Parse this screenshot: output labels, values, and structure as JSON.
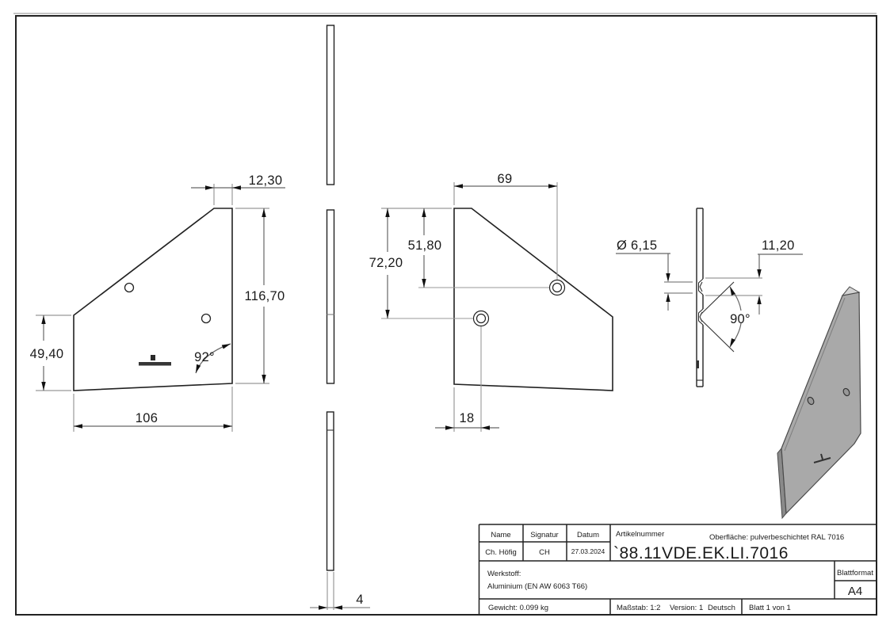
{
  "dims": {
    "v1_top_width": "12,30",
    "v1_height": "116,70",
    "v1_left_height": "49,40",
    "v1_bottom_width": "106",
    "v1_angle": "92°",
    "v2_top_width": "69",
    "v2_hole1_offset": "51,80",
    "v2_hole2_offset": "72,20",
    "v2_hole_inset": "18",
    "v3_hole_dia": "Ø 6,15",
    "v3_csk_dia": "11,20",
    "v3_csk_angle": "90°",
    "v3_thickness": "4"
  },
  "title_block": {
    "col_name": "Name",
    "col_signatur": "Signatur",
    "col_datum": "Datum",
    "artikelnummer_label": "Artikelnummer",
    "oberflaeche": "Oberfläche:  pulverbeschichtet RAL 7016",
    "name": "Ch. Höfig",
    "signatur": "CH",
    "datum": "27.03.2024",
    "part_number": "`88.11VDE.EK.LI.7016",
    "werkstoff_label": "Werkstoff:",
    "werkstoff": "Aluminium (EN AW 6063 T66)",
    "blattformat_label": "Blattformat",
    "blattformat": "A4",
    "gewicht": "Gewicht: 0.099 kg",
    "massstab": "Maßstab: 1:2",
    "version": "Version: 1",
    "sprache": "Deutsch",
    "blatt": "Blatt 1 von 1"
  },
  "colors": {
    "object_line": "#222222",
    "dimension_line": "#666666",
    "extension_line": "#999999",
    "iso_face": "#a9a9a9",
    "iso_edge": "#8a8a8a",
    "iso_bevel": "#d4d4d4"
  }
}
